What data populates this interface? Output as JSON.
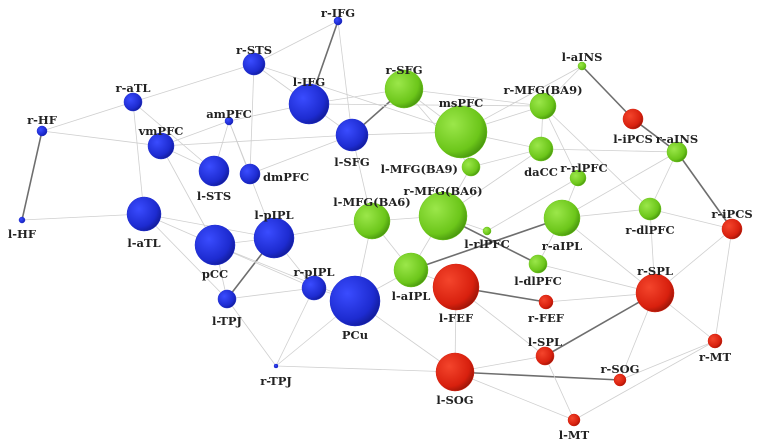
{
  "colors": {
    "blue": "#1d2bd0",
    "green": "#6cc61a",
    "red": "#d8200e"
  },
  "nodes": [
    {
      "id": "r-IFG",
      "label": "r-IFG",
      "group": "blue"
    },
    {
      "id": "r-STS",
      "label": "r-STS",
      "group": "blue"
    },
    {
      "id": "r-aTL",
      "label": "r-aTL",
      "group": "blue"
    },
    {
      "id": "r-HF",
      "label": "r-HF",
      "group": "blue"
    },
    {
      "id": "l-HF",
      "label": "l-HF",
      "group": "blue"
    },
    {
      "id": "amPFC",
      "label": "amPFC",
      "group": "blue"
    },
    {
      "id": "l-IFG",
      "label": "l-IFG",
      "group": "blue"
    },
    {
      "id": "vmPFC",
      "label": "vmPFC",
      "group": "blue"
    },
    {
      "id": "l-STS",
      "label": "l-STS",
      "group": "blue"
    },
    {
      "id": "dmPFC",
      "label": "dmPFC",
      "group": "blue"
    },
    {
      "id": "l-SFG",
      "label": "l-SFG",
      "group": "blue"
    },
    {
      "id": "l-aTL",
      "label": "l-aTL",
      "group": "blue"
    },
    {
      "id": "pCC",
      "label": "pCC",
      "group": "blue"
    },
    {
      "id": "l-pIPL",
      "label": "l-pIPL",
      "group": "blue"
    },
    {
      "id": "r-pIPL",
      "label": "r-pIPL",
      "group": "blue"
    },
    {
      "id": "l-TPJ",
      "label": "l-TPJ",
      "group": "blue"
    },
    {
      "id": "r-TPJ",
      "label": "r-TPJ",
      "group": "blue"
    },
    {
      "id": "PCu",
      "label": "PCu",
      "group": "blue"
    },
    {
      "id": "r-SFG",
      "label": "r-SFG",
      "group": "green"
    },
    {
      "id": "msPFC",
      "label": "msPFC",
      "group": "green"
    },
    {
      "id": "r-MFG(BA9)",
      "label": "r-MFG(BA9)",
      "group": "green"
    },
    {
      "id": "l-aINS",
      "label": "l-aINS",
      "group": "green"
    },
    {
      "id": "l-MFG(BA9)",
      "label": "l-MFG(BA9)",
      "group": "green"
    },
    {
      "id": "daCC",
      "label": "daCC",
      "group": "green"
    },
    {
      "id": "r-rlPFC",
      "label": "r-rlPFC",
      "group": "green"
    },
    {
      "id": "r-aINS",
      "label": "r-aINS",
      "group": "green"
    },
    {
      "id": "l-MFG(BA6)",
      "label": "l-MFG(BA6)",
      "group": "green"
    },
    {
      "id": "r-MFG(BA6)",
      "label": "r-MFG(BA6)",
      "group": "green"
    },
    {
      "id": "l-rlPFC",
      "label": "l-rlPFC",
      "group": "green"
    },
    {
      "id": "r-aIPL",
      "label": "r-aIPL",
      "group": "green"
    },
    {
      "id": "r-dlPFC",
      "label": "r-dlPFC",
      "group": "green"
    },
    {
      "id": "l-dlPFC",
      "label": "l-dlPFC",
      "group": "green"
    },
    {
      "id": "l-aIPL",
      "label": "l-aIPL",
      "group": "green"
    },
    {
      "id": "l-iPCS",
      "label": "l-iPCS",
      "group": "red"
    },
    {
      "id": "r-iPCS",
      "label": "r-iPCS",
      "group": "red"
    },
    {
      "id": "l-FEF",
      "label": "l-FEF",
      "group": "red"
    },
    {
      "id": "r-FEF",
      "label": "r-FEF",
      "group": "red"
    },
    {
      "id": "r-SPL",
      "label": "r-SPL",
      "group": "red"
    },
    {
      "id": "l-SPL",
      "label": "l-SPL",
      "group": "red"
    },
    {
      "id": "r-MT",
      "label": "r-MT",
      "group": "red"
    },
    {
      "id": "r-SOG",
      "label": "r-SOG",
      "group": "red"
    },
    {
      "id": "l-SOG",
      "label": "l-SOG",
      "group": "red"
    },
    {
      "id": "l-MT",
      "label": "l-MT",
      "group": "red"
    }
  ],
  "edges": [
    {
      "source": "r-HF",
      "target": "l-HF",
      "strong": true
    },
    {
      "source": "l-IFG",
      "target": "r-IFG",
      "strong": true
    },
    {
      "source": "l-SFG",
      "target": "r-SFG",
      "strong": true
    },
    {
      "source": "l-aINS",
      "target": "l-iPCS",
      "strong": true
    },
    {
      "source": "l-iPCS",
      "target": "r-aINS",
      "strong": true
    },
    {
      "source": "l-pIPL",
      "target": "l-TPJ",
      "strong": true
    },
    {
      "source": "r-MFG(BA6)",
      "target": "l-dlPFC",
      "strong": true
    },
    {
      "source": "l-aIPL",
      "target": "r-aIPL",
      "strong": true
    },
    {
      "source": "l-FEF",
      "target": "r-FEF",
      "strong": true
    },
    {
      "source": "r-SPL",
      "target": "l-SPL",
      "strong": true
    },
    {
      "source": "l-SOG",
      "target": "r-SOG",
      "strong": true
    },
    {
      "source": "r-aINS",
      "target": "r-iPCS",
      "strong": true
    },
    {
      "source": "r-IFG",
      "target": "r-STS",
      "strong": false
    },
    {
      "source": "r-IFG",
      "target": "l-SFG",
      "strong": false
    },
    {
      "source": "r-STS",
      "target": "r-aTL",
      "strong": false
    },
    {
      "source": "r-STS",
      "target": "l-IFG",
      "strong": false
    },
    {
      "source": "r-STS",
      "target": "msPFC",
      "strong": false
    },
    {
      "source": "r-STS",
      "target": "dmPFC",
      "strong": false
    },
    {
      "source": "r-aTL",
      "target": "r-HF",
      "strong": false
    },
    {
      "source": "r-aTL",
      "target": "l-aTL",
      "strong": false
    },
    {
      "source": "r-aTL",
      "target": "l-STS",
      "strong": false
    },
    {
      "source": "r-HF",
      "target": "vmPFC",
      "strong": false
    },
    {
      "source": "l-HF",
      "target": "l-aTL",
      "strong": false
    },
    {
      "source": "amPFC",
      "target": "vmPFC",
      "strong": false
    },
    {
      "source": "amPFC",
      "target": "dmPFC",
      "strong": false
    },
    {
      "source": "amPFC",
      "target": "l-IFG",
      "strong": false
    },
    {
      "source": "amPFC",
      "target": "l-STS",
      "strong": false
    },
    {
      "source": "amPFC",
      "target": "l-pIPL",
      "strong": false
    },
    {
      "source": "vmPFC",
      "target": "pCC",
      "strong": false
    },
    {
      "source": "vmPFC",
      "target": "l-STS",
      "strong": false
    },
    {
      "source": "vmPFC",
      "target": "l-SFG",
      "strong": false
    },
    {
      "source": "l-IFG",
      "target": "r-SFG",
      "strong": false
    },
    {
      "source": "l-IFG",
      "target": "l-SFG",
      "strong": false
    },
    {
      "source": "l-IFG",
      "target": "r-MFG(BA9)",
      "strong": false
    },
    {
      "source": "l-SFG",
      "target": "dmPFC",
      "strong": false
    },
    {
      "source": "l-SFG",
      "target": "msPFC",
      "strong": false
    },
    {
      "source": "l-SFG",
      "target": "l-MFG(BA6)",
      "strong": false
    },
    {
      "source": "l-aTL",
      "target": "pCC",
      "strong": false
    },
    {
      "source": "l-aTL",
      "target": "l-pIPL",
      "strong": false
    },
    {
      "source": "l-aTL",
      "target": "l-TPJ",
      "strong": false
    },
    {
      "source": "pCC",
      "target": "l-pIPL",
      "strong": false
    },
    {
      "source": "pCC",
      "target": "PCu",
      "strong": false
    },
    {
      "source": "pCC",
      "target": "r-pIPL",
      "strong": false
    },
    {
      "source": "pCC",
      "target": "l-TPJ",
      "strong": false
    },
    {
      "source": "l-pIPL",
      "target": "r-pIPL",
      "strong": false
    },
    {
      "source": "l-pIPL",
      "target": "l-MFG(BA6)",
      "strong": false
    },
    {
      "source": "r-pIPL",
      "target": "l-TPJ",
      "strong": false
    },
    {
      "source": "r-pIPL",
      "target": "PCu",
      "strong": false
    },
    {
      "source": "r-pIPL",
      "target": "r-TPJ",
      "strong": false
    },
    {
      "source": "l-TPJ",
      "target": "r-TPJ",
      "strong": false
    },
    {
      "source": "PCu",
      "target": "l-aIPL",
      "strong": false
    },
    {
      "source": "PCu",
      "target": "l-SOG",
      "strong": false
    },
    {
      "source": "PCu",
      "target": "r-TPJ",
      "strong": false
    },
    {
      "source": "PCu",
      "target": "l-MFG(BA6)",
      "strong": false
    },
    {
      "source": "r-SFG",
      "target": "msPFC",
      "strong": false
    },
    {
      "source": "r-SFG",
      "target": "r-MFG(BA9)",
      "strong": false
    },
    {
      "source": "r-SFG",
      "target": "l-MFG(BA9)",
      "strong": false
    },
    {
      "source": "msPFC",
      "target": "r-MFG(BA9)",
      "strong": false
    },
    {
      "source": "msPFC",
      "target": "daCC",
      "strong": false
    },
    {
      "source": "msPFC",
      "target": "l-MFG(BA9)",
      "strong": false
    },
    {
      "source": "msPFC",
      "target": "l-aINS",
      "strong": false
    },
    {
      "source": "r-MFG(BA9)",
      "target": "l-aINS",
      "strong": false
    },
    {
      "source": "r-MFG(BA9)",
      "target": "r-rlPFC",
      "strong": false
    },
    {
      "source": "r-MFG(BA9)",
      "target": "daCC",
      "strong": false
    },
    {
      "source": "r-MFG(BA9)",
      "target": "r-dlPFC",
      "strong": false
    },
    {
      "source": "l-MFG(BA9)",
      "target": "r-MFG(BA6)",
      "strong": false
    },
    {
      "source": "l-MFG(BA9)",
      "target": "daCC",
      "strong": false
    },
    {
      "source": "daCC",
      "target": "r-aINS",
      "strong": false
    },
    {
      "source": "daCC",
      "target": "r-MFG(BA6)",
      "strong": false
    },
    {
      "source": "r-rlPFC",
      "target": "l-rlPFC",
      "strong": false
    },
    {
      "source": "r-rlPFC",
      "target": "r-aIPL",
      "strong": false
    },
    {
      "source": "r-aINS",
      "target": "r-dlPFC",
      "strong": false
    },
    {
      "source": "r-aINS",
      "target": "r-aIPL",
      "strong": false
    },
    {
      "source": "l-MFG(BA6)",
      "target": "r-MFG(BA6)",
      "strong": false
    },
    {
      "source": "l-MFG(BA6)",
      "target": "l-aIPL",
      "strong": false
    },
    {
      "source": "r-MFG(BA6)",
      "target": "l-rlPFC",
      "strong": false
    },
    {
      "source": "r-MFG(BA6)",
      "target": "l-aIPL",
      "strong": false
    },
    {
      "source": "r-aIPL",
      "target": "l-dlPFC",
      "strong": false
    },
    {
      "source": "r-aIPL",
      "target": "r-dlPFC",
      "strong": false
    },
    {
      "source": "r-aIPL",
      "target": "r-SPL",
      "strong": false
    },
    {
      "source": "l-dlPFC",
      "target": "r-SPL",
      "strong": false
    },
    {
      "source": "r-dlPFC",
      "target": "r-SPL",
      "strong": false
    },
    {
      "source": "r-dlPFC",
      "target": "r-iPCS",
      "strong": false
    },
    {
      "source": "l-aIPL",
      "target": "l-FEF",
      "strong": false
    },
    {
      "source": "l-FEF",
      "target": "l-SOG",
      "strong": false
    },
    {
      "source": "l-FEF",
      "target": "l-SPL",
      "strong": false
    },
    {
      "source": "r-SPL",
      "target": "r-SOG",
      "strong": false
    },
    {
      "source": "r-SPL",
      "target": "r-MT",
      "strong": false
    },
    {
      "source": "r-SPL",
      "target": "r-iPCS",
      "strong": false
    },
    {
      "source": "r-iPCS",
      "target": "r-MT",
      "strong": false
    },
    {
      "source": "r-MT",
      "target": "r-SOG",
      "strong": false
    },
    {
      "source": "r-MT",
      "target": "l-MT",
      "strong": false
    },
    {
      "source": "l-SPL",
      "target": "l-MT",
      "strong": false
    },
    {
      "source": "l-SPL",
      "target": "l-SOG",
      "strong": false
    },
    {
      "source": "l-SOG",
      "target": "l-MT",
      "strong": false
    },
    {
      "source": "l-SOG",
      "target": "r-TPJ",
      "strong": false
    },
    {
      "source": "r-FEF",
      "target": "r-SPL",
      "strong": false
    }
  ]
}
